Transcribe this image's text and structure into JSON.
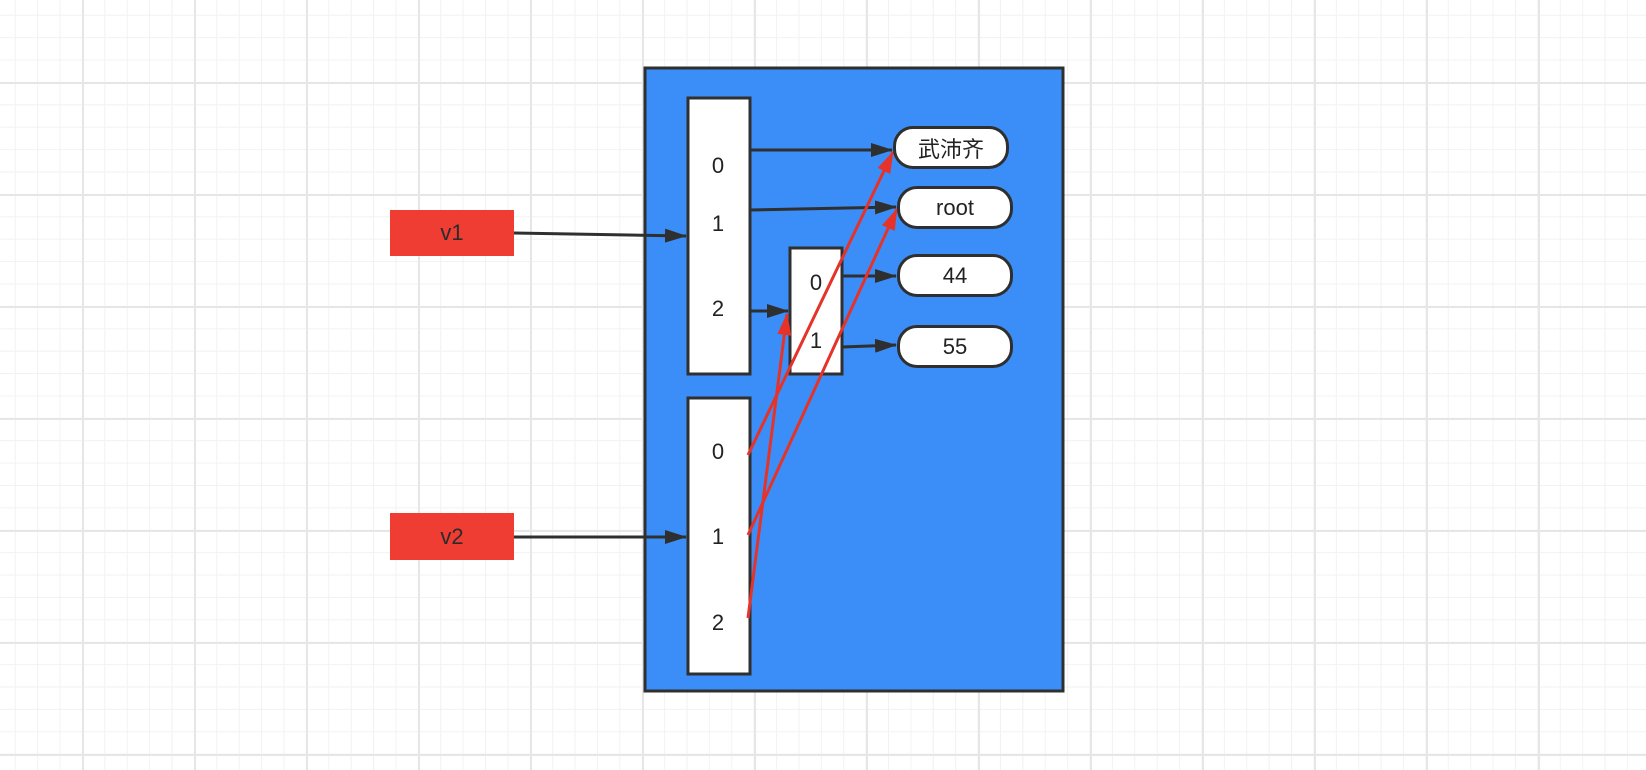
{
  "colors": {
    "container_fill": "#3b8ef7",
    "stroke": "#2f2f2f",
    "variable_fill": "#ef3d33",
    "red_arrow": "#e5332a",
    "box_fill": "#ffffff"
  },
  "variables": {
    "v1": "v1",
    "v2": "v2"
  },
  "outer_list_1": {
    "indices": [
      "0",
      "1",
      "2"
    ]
  },
  "outer_list_2": {
    "indices": [
      "0",
      "1",
      "2"
    ]
  },
  "inner_list": {
    "indices": [
      "0",
      "1"
    ]
  },
  "values": {
    "name": "武沛齐",
    "role": "root",
    "n44": "44",
    "n55": "55"
  }
}
